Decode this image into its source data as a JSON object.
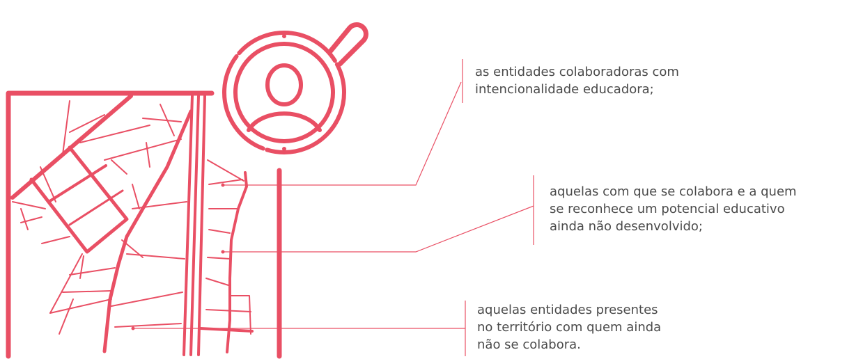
{
  "colors": {
    "accent": "#e94f64",
    "text": "#4a4a4a",
    "background": "#ffffff"
  },
  "icons": {
    "map": "map-icon",
    "magnifier": "magnifying-glass-icon",
    "user": "user-icon"
  },
  "callouts": [
    {
      "lines": [
        "as entidades colaboradoras com",
        "intencionalidade educadora;"
      ]
    },
    {
      "lines": [
        "aquelas com que se colabora e a quem",
        "se reconhece um potencial educativo",
        "ainda não desenvolvido;"
      ]
    },
    {
      "lines": [
        "aquelas entidades presentes",
        "no território com quem ainda",
        "não se colabora."
      ]
    }
  ]
}
